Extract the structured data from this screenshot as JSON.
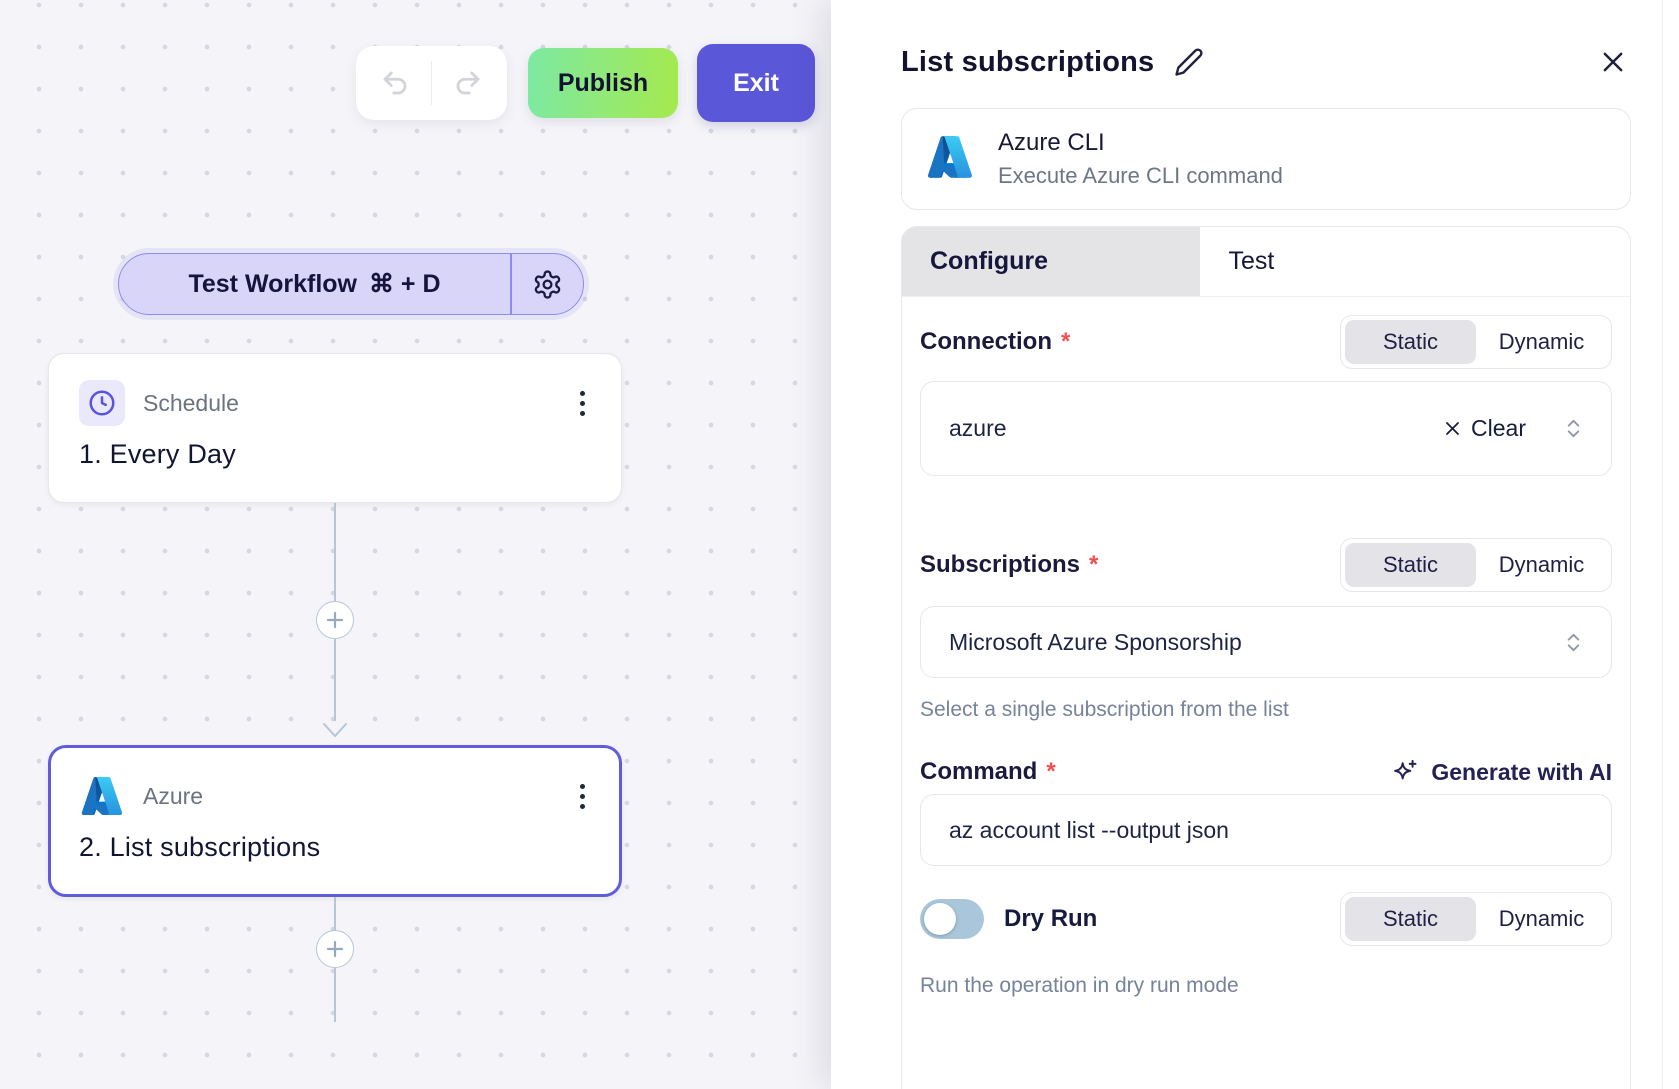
{
  "canvas": {
    "toolbar": {
      "publish": "Publish",
      "exit": "Exit"
    },
    "test_workflow": {
      "label": "Test Workflow",
      "shortcut": "⌘ + D"
    },
    "nodes": [
      {
        "app": "Schedule",
        "title": "1. Every Day"
      },
      {
        "app": "Azure",
        "title": "2. List subscriptions"
      }
    ]
  },
  "panel": {
    "title": "List subscriptions",
    "piece": {
      "name": "Azure CLI",
      "description": "Execute Azure CLI command"
    },
    "tabs": {
      "configure": "Configure",
      "test": "Test"
    },
    "modes": {
      "static": "Static",
      "dynamic": "Dynamic"
    },
    "required_marker": "*",
    "connection": {
      "label": "Connection",
      "value": "azure",
      "clear": "Clear"
    },
    "subscriptions": {
      "label": "Subscriptions",
      "value": "Microsoft Azure Sponsorship",
      "helper": "Select a single subscription from the list"
    },
    "command": {
      "label": "Command",
      "generate": "Generate with AI",
      "value": "az account list --output json"
    },
    "dry_run": {
      "label": "Dry Run",
      "helper": "Run the operation in dry run mode",
      "enabled": false
    }
  },
  "colors": {
    "accent_purple": "#5b57d9",
    "selected_node_border": "#615cda",
    "publish_gradient_start": "#7ce9a4",
    "publish_gradient_end": "#a5e94d",
    "test_pill_bg": "#d8d5f9",
    "toggle_off_track": "#a9c6da",
    "required_red": "#f04f4f",
    "tab_active_bg": "#e4e4e7",
    "connector": "#b6c6d4"
  }
}
